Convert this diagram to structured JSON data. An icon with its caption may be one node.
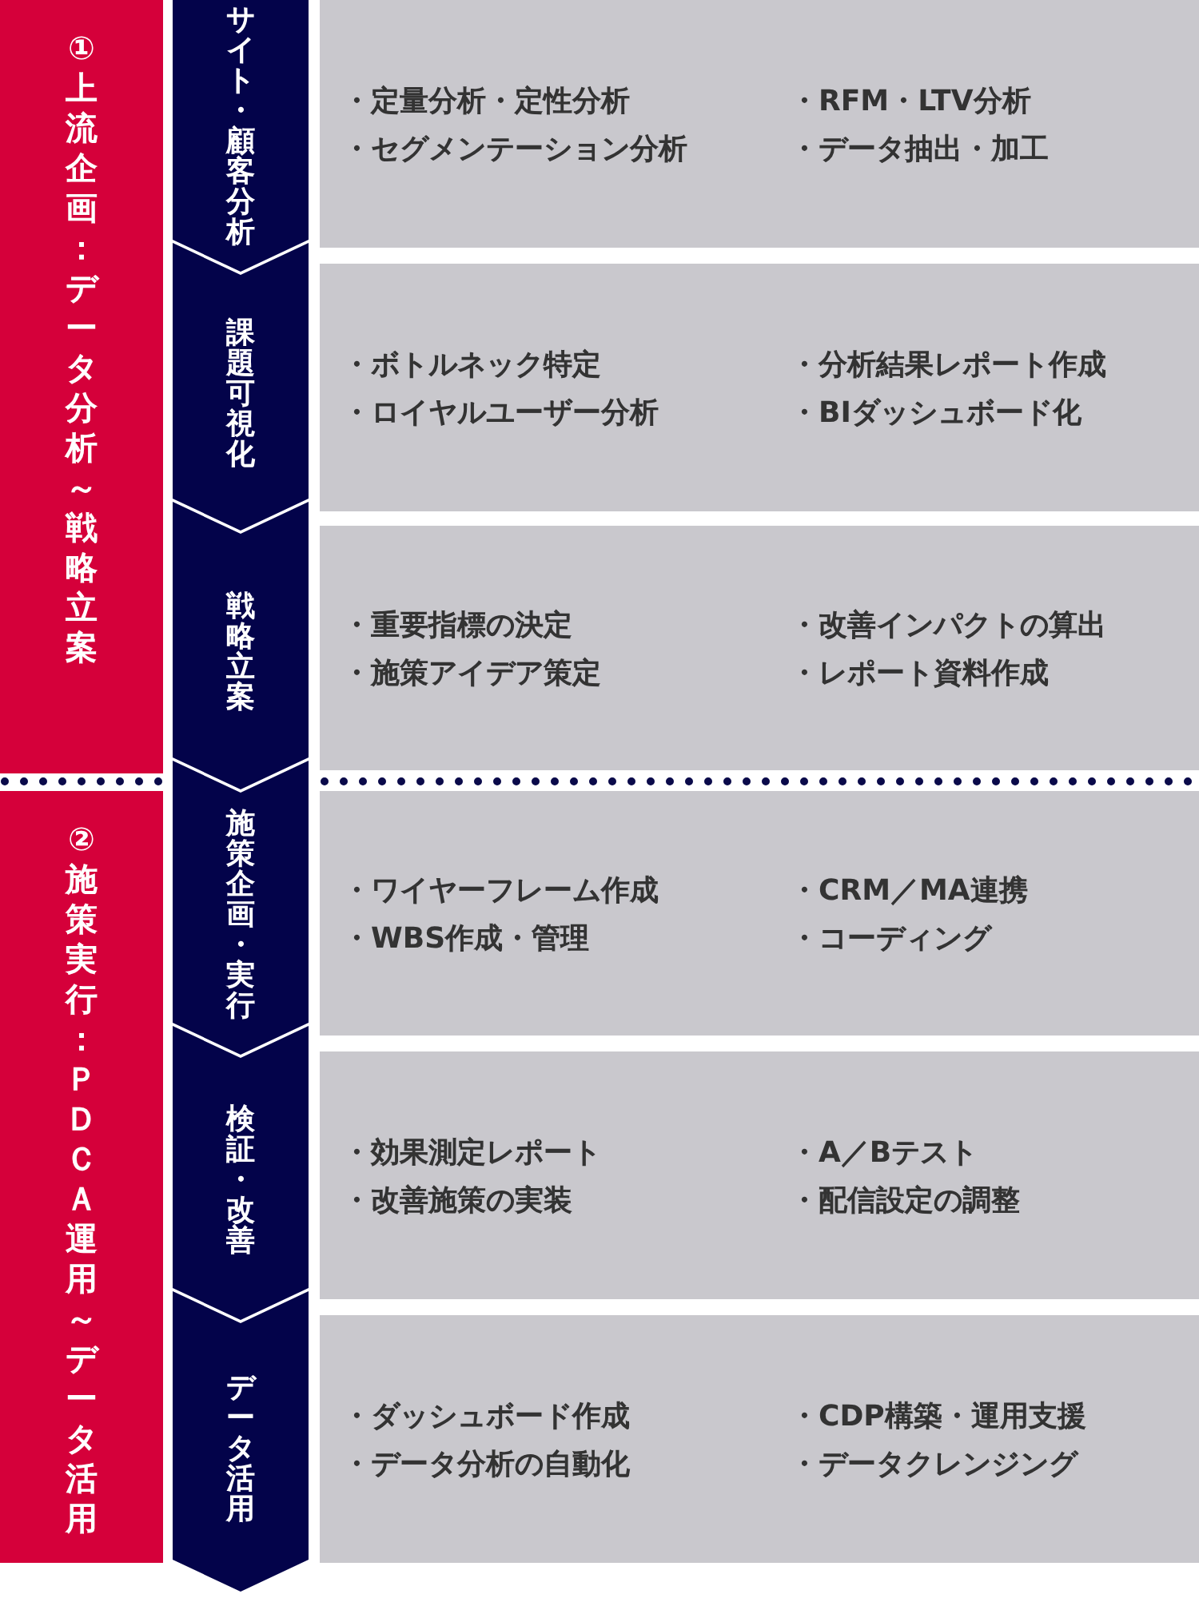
{
  "diagram": {
    "nodes": [
      {
        "text": [
          "①上流企画：データ分析～戦略立案"
        ]
      },
      {
        "text": [
          "②施策実行：ＰＤＣＡ運用～データ活用"
        ]
      },
      {
        "text": [
          "サイト・顧客分析"
        ]
      },
      {
        "text": [
          "課題可視化"
        ]
      },
      {
        "text": [
          "戦略立案"
        ]
      },
      {
        "text": [
          "施策企画・実行"
        ]
      },
      {
        "text": [
          "検証・改善"
        ]
      },
      {
        "text": [
          "データ活用"
        ]
      },
      {
        "text": [
          "・定量分析・定性分析",
          "・RFM・LTV分析",
          "・セグメンテーション分析",
          "・データ抽出・加工"
        ]
      },
      {
        "text": [
          "・ボトルネック特定",
          "・分析結果レポート作成",
          "・ロイヤルユーザー分析",
          "・BIダッシュボード化"
        ]
      },
      {
        "text": [
          "・重要指標の決定",
          "・改善インパクトの算出",
          "・施策アイデア策定",
          "・レポート資料作成"
        ]
      },
      {
        "text": [
          "・ワイヤーフレーム作成",
          "・CRM／MA連携",
          "・WBS作成・管理",
          "・コーディング"
        ]
      },
      {
        "text": [
          "・効果測定レポート",
          "・A／Bテスト",
          "・改善施策の実装",
          "・配信設定の調整"
        ]
      },
      {
        "text": [
          "・ダッシュボード作成",
          "・CDP構築・運用支援",
          "・データ分析の自動化",
          "・データクレンジング"
        ]
      }
    ],
    "edges": []
  }
}
